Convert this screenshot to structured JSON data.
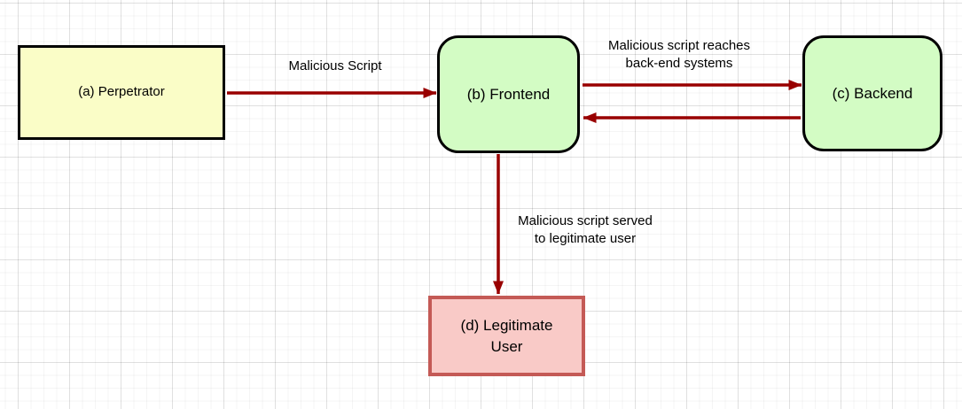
{
  "diagram": {
    "type": "flow-diagram",
    "arrow_color": "#990000",
    "text_color": "#000000",
    "nodes": [
      {
        "id": "a",
        "label": "(a) Perpetrator",
        "shape": "rectangle",
        "fill": "#fafdc7",
        "stroke": "#000000"
      },
      {
        "id": "b",
        "label": "(b) Frontend",
        "shape": "rounded-rectangle",
        "fill": "#d3fcc4",
        "stroke": "#000000"
      },
      {
        "id": "c",
        "label": "(c) Backend",
        "shape": "rounded-rectangle",
        "fill": "#d3fcc4",
        "stroke": "#000000"
      },
      {
        "id": "d",
        "label": "(d) Legitimate User",
        "label_lines": [
          "(d) Legitimate",
          "User"
        ],
        "shape": "rectangle",
        "fill": "#f9cac7",
        "stroke": "#c45a56"
      }
    ],
    "edges": [
      {
        "from": "a",
        "to": "b",
        "label": "Malicious Script",
        "label_lines": [
          "Malicious Script"
        ]
      },
      {
        "from": "b",
        "to": "c",
        "label": "Malicious script reaches back-end systems",
        "label_lines": [
          "Malicious script reaches",
          "back-end systems"
        ]
      },
      {
        "from": "c",
        "to": "b",
        "label": ""
      },
      {
        "from": "b",
        "to": "d",
        "label": "Malicious script served to legitimate user",
        "label_lines": [
          "Malicious script served",
          "to legitimate user"
        ]
      }
    ]
  }
}
